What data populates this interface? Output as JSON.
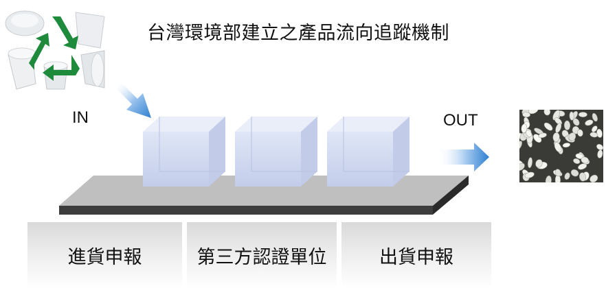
{
  "title": "台灣環境部建立之產品流向追蹤機制",
  "flow": {
    "in_label": "IN",
    "out_label": "OUT"
  },
  "steps": [
    {
      "label": "進貨申報"
    },
    {
      "label": "第三方認證單位"
    },
    {
      "label": "出貨申報"
    }
  ],
  "images": {
    "input": "plastic-cups-recycling-photo",
    "output": "plastic-pellets-photo"
  },
  "colors": {
    "recycle_green": "#1e8a3c",
    "arrow_blue": "#2f7fd0",
    "belt_gray": "#bfbfbf",
    "cube_blue": "#c9d3ee"
  }
}
